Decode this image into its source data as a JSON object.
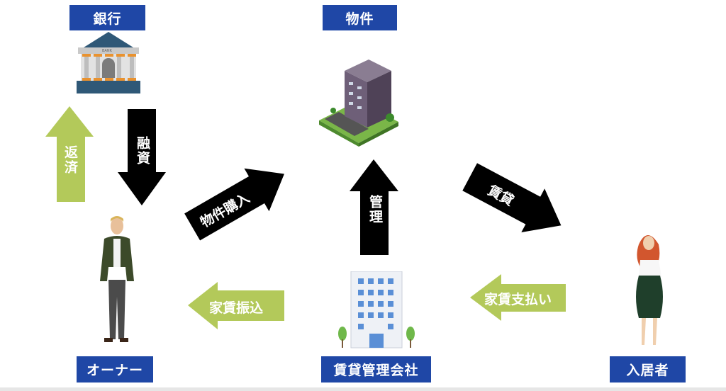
{
  "labels": {
    "bank": "銀行",
    "property": "物件",
    "owner": "オーナー",
    "management_company": "賃貸管理会社",
    "tenant": "入居者"
  },
  "arrows": {
    "repayment": "返済",
    "financing": "融資",
    "purchase": "物件購入",
    "management": "管理",
    "lease": "賃貸",
    "rent_transfer": "家賃振込",
    "rent_payment": "家賃支払い"
  },
  "bank_sign": "BANK",
  "colors": {
    "label_blue": "#1f47a6",
    "green": "#b3c95a",
    "black": "#000000"
  }
}
